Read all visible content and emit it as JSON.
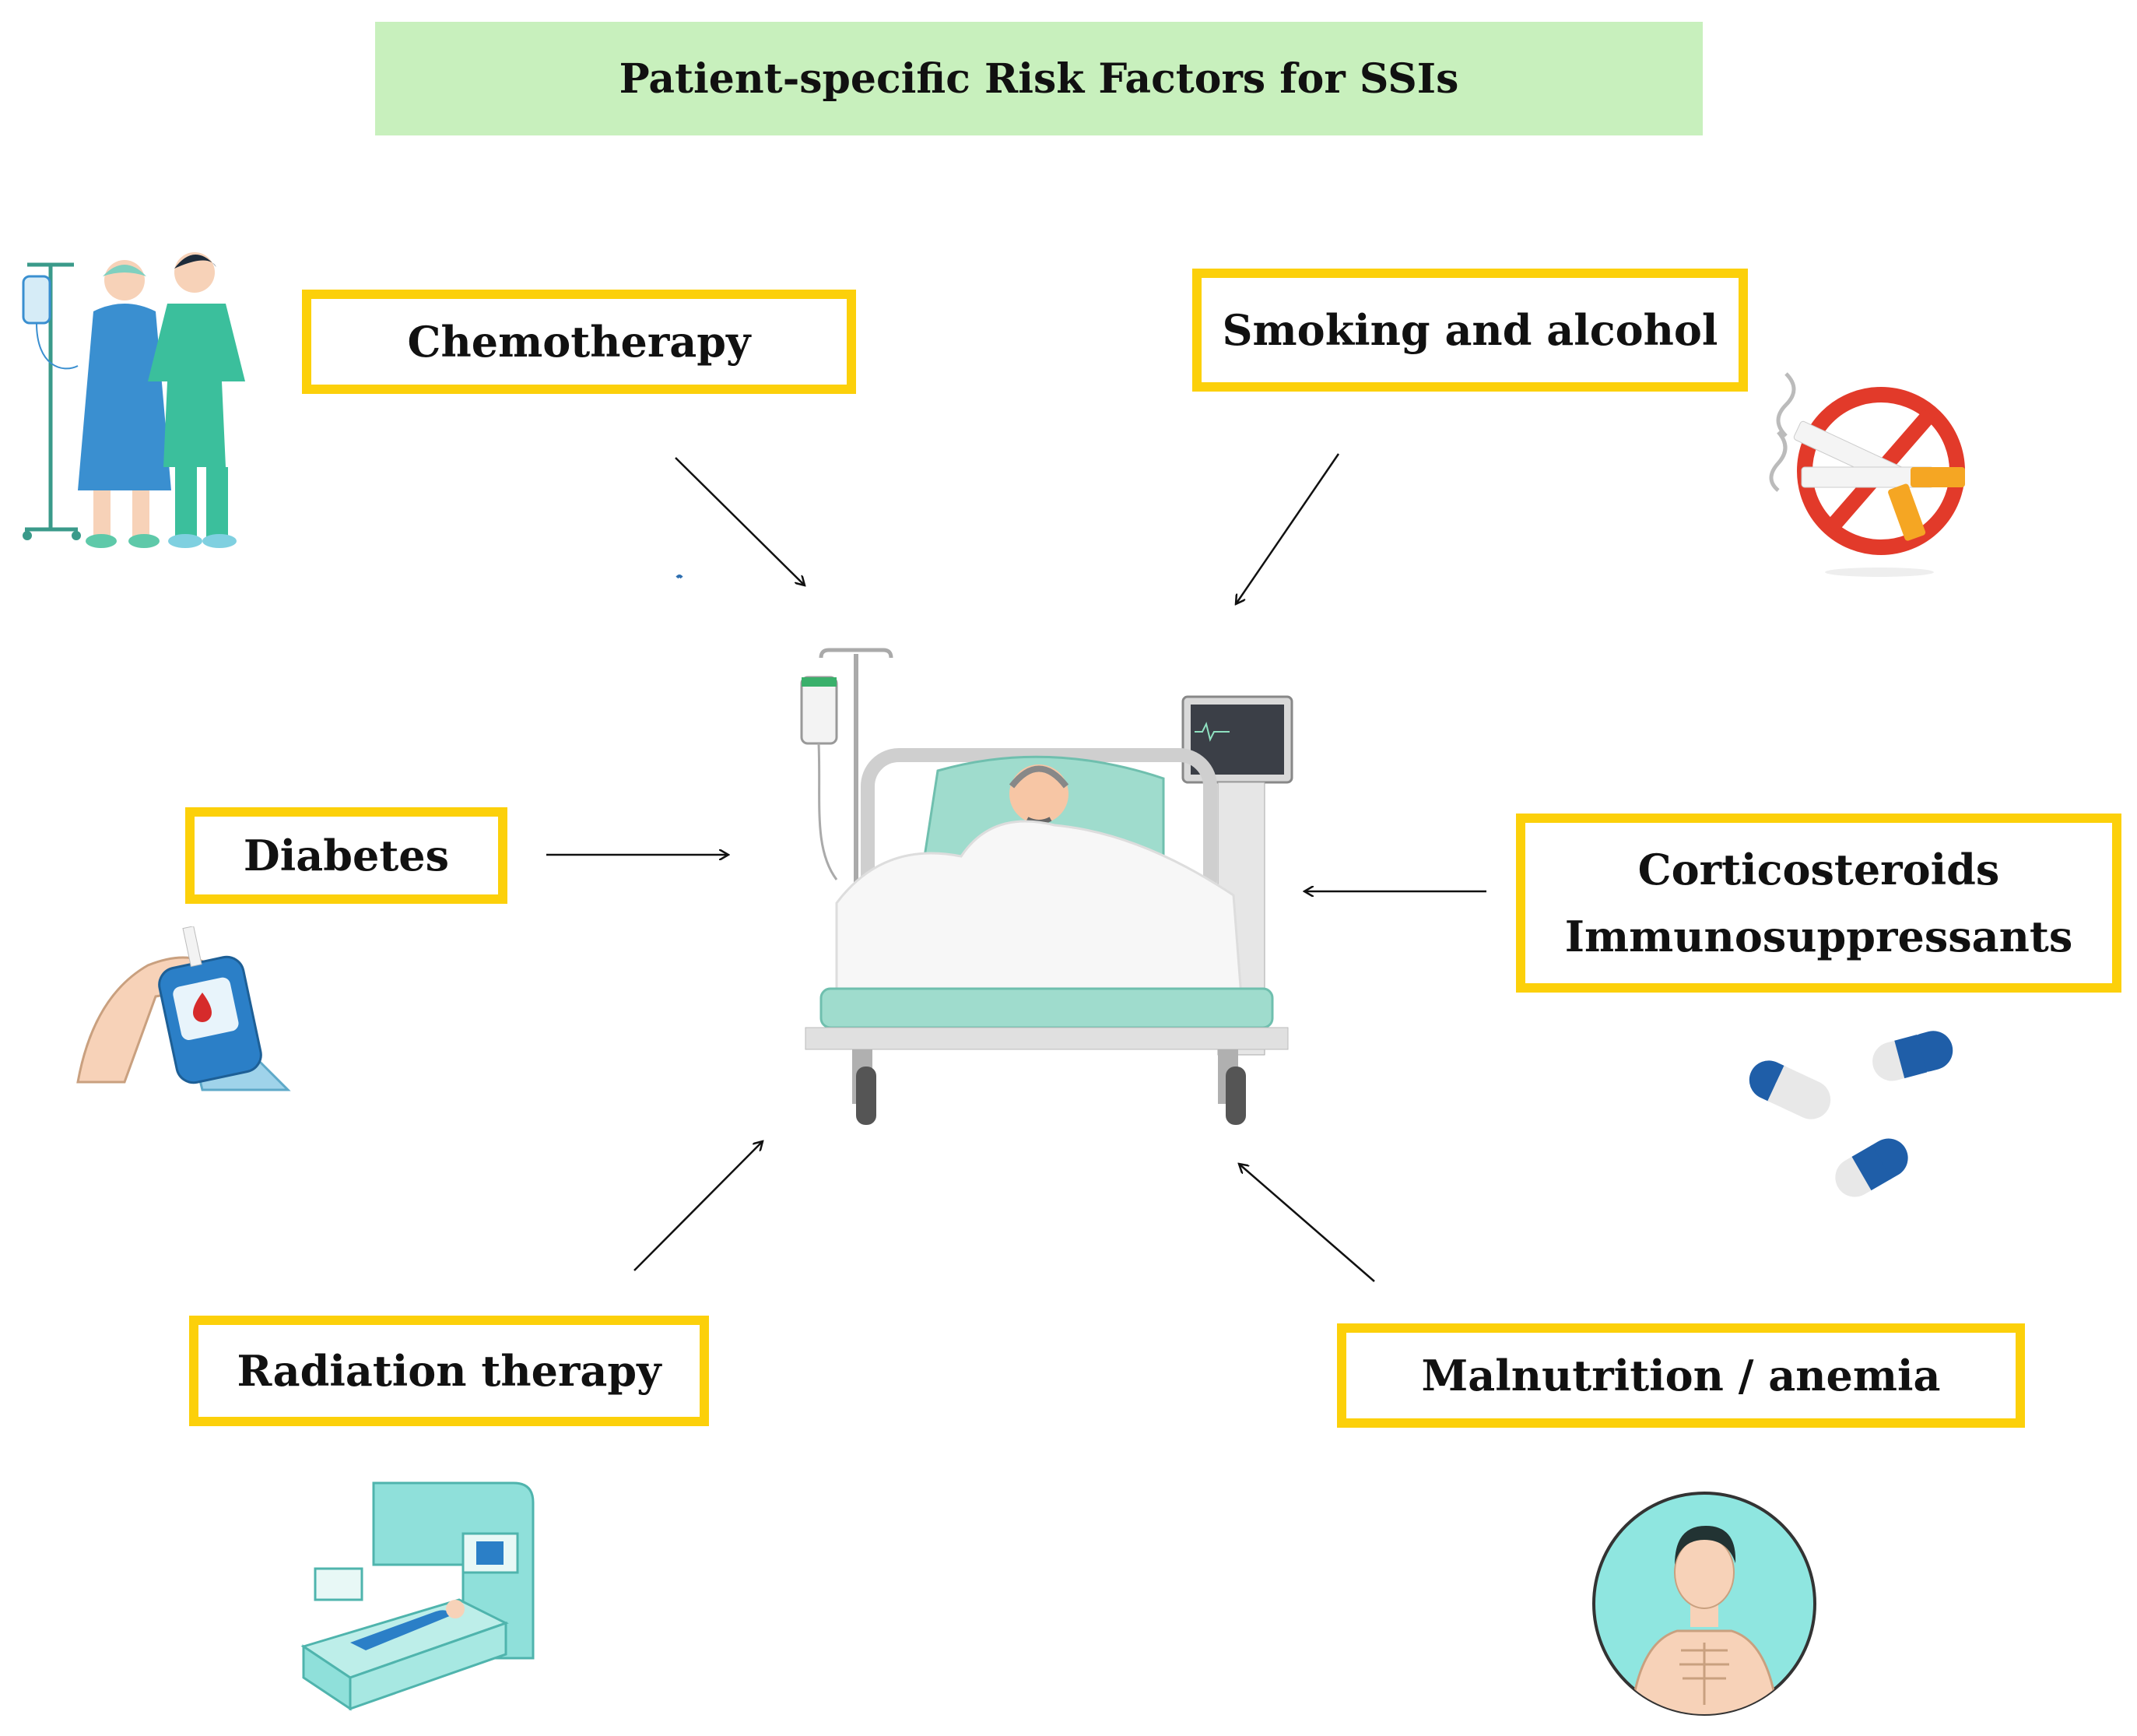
{
  "title": "Patient-specific Risk Factors for SSIs",
  "factors": {
    "chemotherapy": "Chemotherapy",
    "smoking": "Smoking and alcohol",
    "diabetes": "Diabetes",
    "corticosteroids": "Corticosteroids",
    "immunosuppressants": "Immunosuppressants",
    "radiation": "Radiation therapy",
    "malnutrition": "Malnutrition / anemia"
  },
  "colors": {
    "box_border": "#fcd00a",
    "title_bg": "#c8f0bd",
    "teal": "#8fd6c8",
    "blue": "#3a8fd0",
    "red": "#e23a2a"
  },
  "icons": {
    "center": "patient-in-hospital-bed",
    "chemotherapy": "patient-with-iv-and-nurse",
    "smoking": "no-smoking-sign",
    "diabetes": "glucometer",
    "corticosteroids": "pill-capsules",
    "radiation": "radiotherapy-machine",
    "malnutrition": "thin-person-portrait"
  }
}
